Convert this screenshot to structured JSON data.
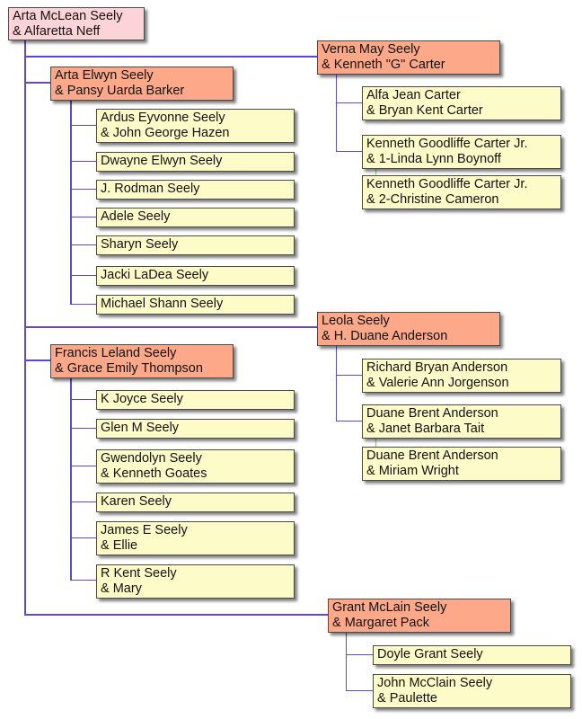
{
  "root": {
    "line1": "Arta McLean Seely",
    "line2": "& Alfaretta Neff"
  },
  "children": [
    {
      "line1": "Arta Elwyn Seely",
      "line2": "& Pansy Uarda Barker",
      "grandchildren": [
        {
          "line1": "Ardus Eyvonne Seely",
          "line2": "& John George Hazen"
        },
        {
          "line1": "Dwayne Elwyn Seely"
        },
        {
          "line1": "J. Rodman Seely"
        },
        {
          "line1": "Adele Seely"
        },
        {
          "line1": "Sharyn Seely"
        },
        {
          "line1": "Jacki LaDea Seely"
        },
        {
          "line1": "Michael Shann Seely"
        }
      ]
    },
    {
      "line1": "Verna May Seely",
      "line2": "& Kenneth \"G\" Carter",
      "grandchildren": [
        {
          "line1": "Alfa Jean Carter",
          "line2": "& Bryan Kent Carter"
        },
        {
          "line1": "Kenneth Goodliffe Carter Jr.",
          "line2": "& 1-Linda Lynn Boynoff"
        },
        {
          "line1": "Kenneth Goodliffe Carter Jr.",
          "line2": "& 2-Christine Cameron"
        }
      ]
    },
    {
      "line1": "Leola Seely",
      "line2": "& H. Duane Anderson",
      "grandchildren": [
        {
          "line1": "Richard Bryan Anderson",
          "line2": "& Valerie Ann Jorgenson"
        },
        {
          "line1": "Duane Brent Anderson",
          "line2": "& Janet Barbara Tait"
        },
        {
          "line1": "Duane Brent Anderson",
          "line2": "& Miriam Wright"
        }
      ]
    },
    {
      "line1": "Francis Leland Seely",
      "line2": "& Grace Emily Thompson",
      "grandchildren": [
        {
          "line1": "K Joyce Seely"
        },
        {
          "line1": "Glen M Seely"
        },
        {
          "line1": "Gwendolyn Seely",
          "line2": "& Kenneth Goates"
        },
        {
          "line1": "Karen Seely"
        },
        {
          "line1": "James E Seely",
          "line2": "& Ellie"
        },
        {
          "line1": "R Kent Seely",
          "line2": "& Mary"
        }
      ]
    },
    {
      "line1": "Grant McLain Seely",
      "line2": "& Margaret Pack",
      "grandchildren": [
        {
          "line1": "Doyle Grant Seely"
        },
        {
          "line1": "John McClain Seely",
          "line2": "& Paulette"
        }
      ]
    }
  ],
  "colors": {
    "root": "#fcd3d6",
    "child": "#fca889",
    "grandchild": "#fdfcc8",
    "connector": "#5a4bd0"
  }
}
